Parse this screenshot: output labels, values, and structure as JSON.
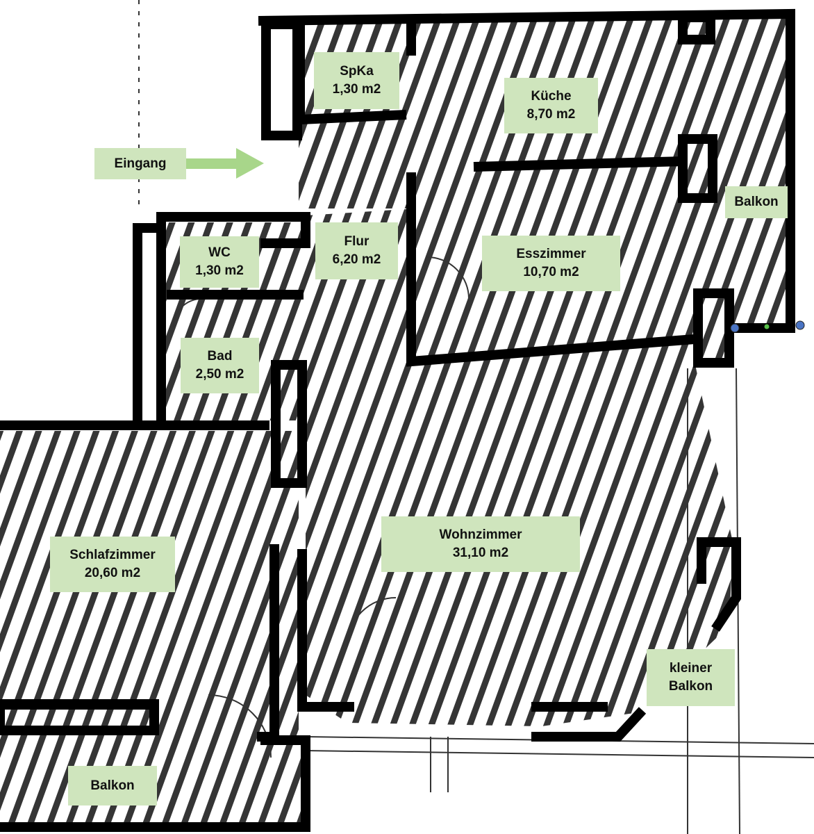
{
  "plan": {
    "entrance_label": "Eingang",
    "rooms": [
      {
        "key": "spka",
        "name": "SpKa",
        "area": "1,30 m2"
      },
      {
        "key": "kueche",
        "name": "Küche",
        "area": "8,70 m2"
      },
      {
        "key": "balkon-ost",
        "name": "Balkon",
        "area": ""
      },
      {
        "key": "wc",
        "name": "WC",
        "area": "1,30 m2"
      },
      {
        "key": "flur",
        "name": "Flur",
        "area": "6,20 m2"
      },
      {
        "key": "esszimmer",
        "name": "Esszimmer",
        "area": "10,70 m2"
      },
      {
        "key": "bad",
        "name": "Bad",
        "area": "2,50 m2"
      },
      {
        "key": "wohnzimmer",
        "name": "Wohnzimmer",
        "area": "31,10 m2"
      },
      {
        "key": "schlafzimmer",
        "name": "Schlafzimmer",
        "area": "20,60 m2"
      },
      {
        "key": "kleiner-balkon",
        "name": "kleiner",
        "area": "Balkon"
      },
      {
        "key": "balkon-sued",
        "name": "Balkon",
        "area": ""
      }
    ],
    "colors": {
      "label_fill": "#cfe5bd",
      "arrow_fill": "#a8d68a",
      "wall": "#000000",
      "hatch": "#1a1a1a",
      "dot_blue": "#4a74c4",
      "dot_green": "#58c04a"
    }
  }
}
